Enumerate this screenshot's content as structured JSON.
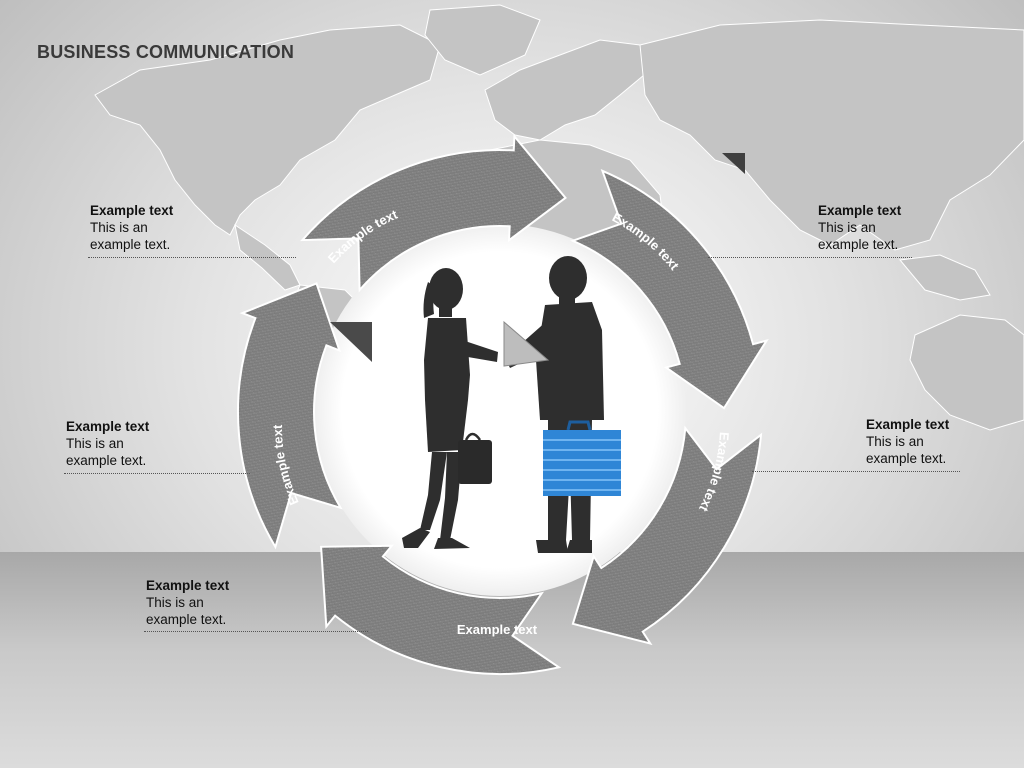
{
  "slide": {
    "title": "BUSINESS COMMUNICATION"
  },
  "cycle": {
    "segments": [
      {
        "label": "Example text"
      },
      {
        "label": "Example text"
      },
      {
        "label": "Example text"
      },
      {
        "label": "Example text"
      },
      {
        "label": "Example text"
      }
    ]
  },
  "notes": [
    {
      "heading": "Example text",
      "body": "This is an example text."
    },
    {
      "heading": "Example text",
      "body": "This is an example text."
    },
    {
      "heading": "Example text",
      "body": "This is an example text."
    },
    {
      "heading": "Example text",
      "body": "This is an example text."
    },
    {
      "heading": "Example text",
      "body": "This is an example text."
    }
  ],
  "colors": {
    "ring": "#7b7b7b",
    "ring_light": "#a3a3a3",
    "silhouette": "#2e2e2e",
    "briefcase_accent": "#2f86d6",
    "map": "#c2c2c2"
  }
}
